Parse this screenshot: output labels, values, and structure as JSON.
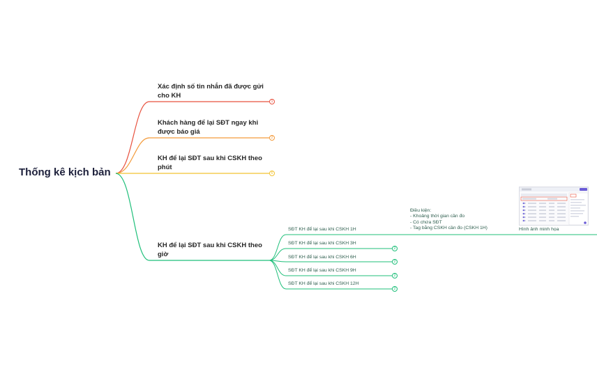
{
  "root": {
    "title": "Thống kê kịch bản"
  },
  "branches": [
    {
      "label": "Xác định số tin nhắn đã được gửi cho KH",
      "badge": "1",
      "color": "#e8523f"
    },
    {
      "label": "Khách hàng để lại SĐT ngay khi được báo giá",
      "badge": "2",
      "color": "#f39a3a"
    },
    {
      "label": "KH để lại SĐT sau khi  CSKH theo phút",
      "badge": "6",
      "color": "#f2c230"
    },
    {
      "label": "KH để lại SĐT sau khi CSKH theo giờ",
      "color": "#1fbf7a"
    }
  ],
  "sub_items": [
    {
      "label": "SĐT KH để lại sau khi CSKH 1H"
    },
    {
      "label": "SĐT KH để lại sau khi CSKH 3H",
      "badge": "2"
    },
    {
      "label": "SĐT KH để lại sau khi CSKH 6H",
      "badge": "2"
    },
    {
      "label": "SĐT KH để lại sau khi CSKH 9H",
      "badge": "2"
    },
    {
      "label": "SĐT KH để lại sau khi CSKH 12H",
      "badge": "2"
    }
  ],
  "note": {
    "title": "Điều kiện:",
    "lines": [
      "- Khoảng thời gian cần đo",
      "- Có chứa SĐT",
      "- Tag bằng CSKH cần đo (CSKH 1H)"
    ]
  },
  "image_caption": "Hình ảnh minh họa"
}
